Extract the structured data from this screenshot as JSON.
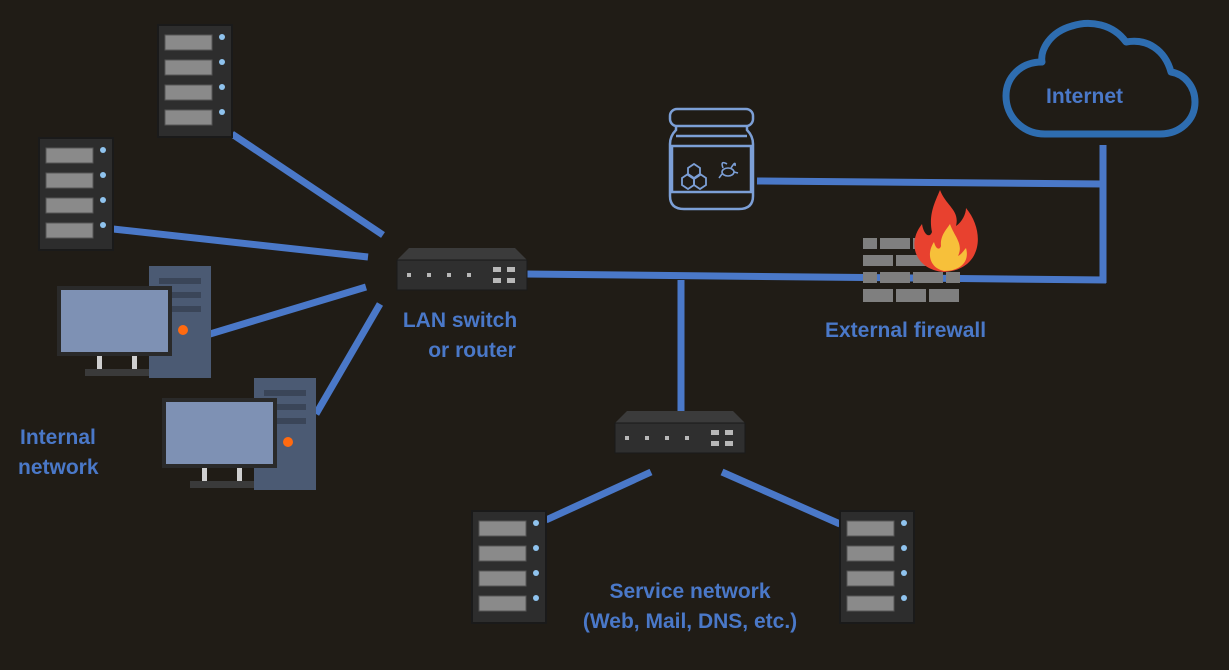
{
  "labels": {
    "internet": "Internet",
    "lan_switch": [
      "LAN switch",
      "or router"
    ],
    "external_firewall": "External firewall",
    "internal_network": [
      "Internal",
      "network"
    ],
    "service_network": [
      "Service network",
      "(Web, Mail, DNS, etc.)"
    ]
  },
  "colors": {
    "background": "#201c16",
    "link": "#4a78c8",
    "label": "#4a78c8",
    "cloud": "#2e6db0",
    "server_body": "#2d2d2d",
    "server_slot": "#8a8a8a",
    "led": "#8fc3ee",
    "monitor_screen": "#7e91b4",
    "tower": "#4b5a73",
    "power_led": "#ff6a10",
    "firewall_brick": "#7f7f7f",
    "flame_outer": "#e8412f",
    "flame_inner": "#f7c03a"
  },
  "icons": {
    "internet": "cloud-icon",
    "honeypot": "honey-jar-icon",
    "firewall": "brick-wall-fire-icon",
    "switch": "network-switch-icon",
    "server": "rack-server-icon",
    "workstation": "desktop-computer-icon"
  }
}
